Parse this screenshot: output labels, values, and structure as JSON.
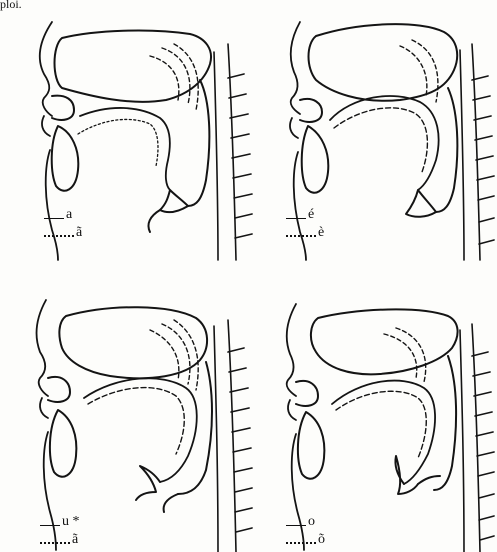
{
  "page_fragment": "ploi.",
  "panels": [
    {
      "id": "tl",
      "solid_label": "a",
      "dotted_label": "ã"
    },
    {
      "id": "tr",
      "solid_label": "é",
      "dotted_label": "è"
    },
    {
      "id": "bl",
      "solid_label": "u *",
      "dotted_label": "ã"
    },
    {
      "id": "br",
      "solid_label": "o",
      "dotted_label": "õ"
    }
  ]
}
